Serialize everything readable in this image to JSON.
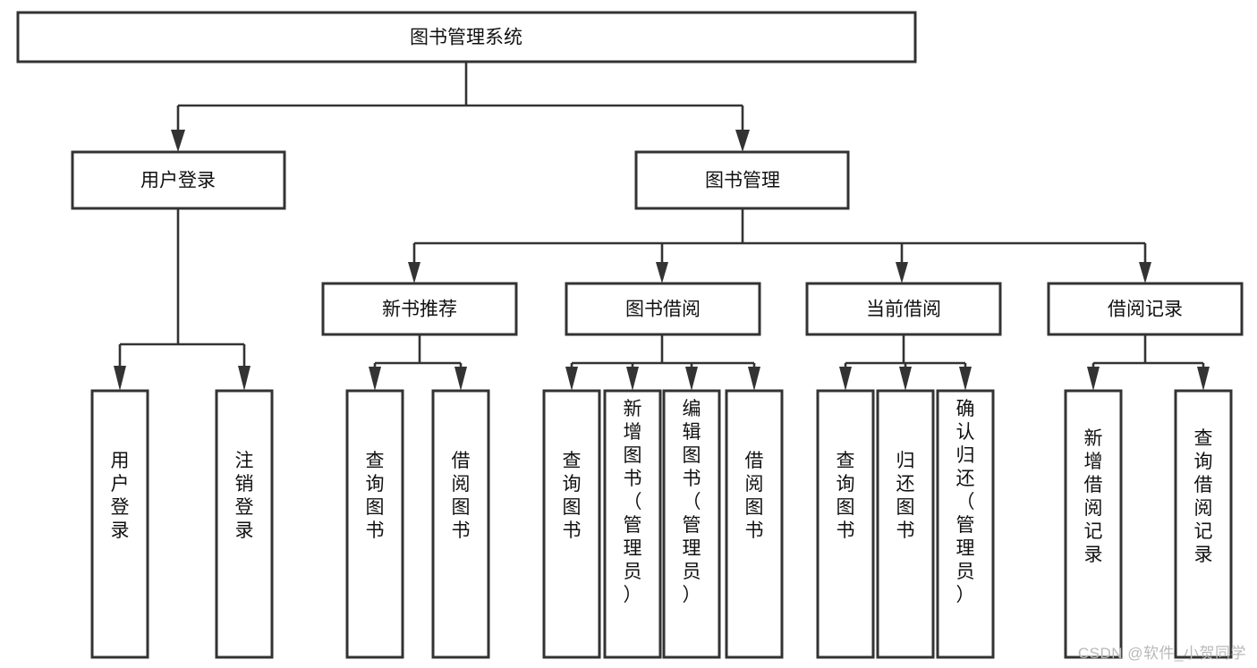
{
  "diagram": {
    "title": "图书管理系统",
    "type": "tree-hierarchy-chart",
    "orientation": "top-down",
    "style": {
      "box_fill": "#ffffff",
      "box_stroke": "#333333",
      "text_color": "#111111",
      "background": "#ffffff",
      "watermark_color": "#b9b9b9"
    },
    "root": {
      "id": "root",
      "label": "图书管理系统"
    },
    "level2": [
      {
        "id": "user-login",
        "label": "用户登录"
      },
      {
        "id": "book-manage",
        "label": "图书管理"
      }
    ],
    "level3": [
      {
        "id": "new-book-recommend",
        "label": "新书推荐",
        "parent": "book-manage"
      },
      {
        "id": "book-borrow",
        "label": "图书借阅",
        "parent": "book-manage"
      },
      {
        "id": "current-borrow",
        "label": "当前借阅",
        "parent": "book-manage"
      },
      {
        "id": "borrow-record",
        "label": "借阅记录",
        "parent": "book-manage"
      }
    ],
    "leaves": [
      {
        "id": "leaf-user-login",
        "label": "用户登录",
        "parent": "user-login"
      },
      {
        "id": "leaf-logout-login",
        "label": "注销登录",
        "parent": "user-login"
      },
      {
        "id": "leaf-query-book-1",
        "label": "查询图书",
        "parent": "new-book-recommend"
      },
      {
        "id": "leaf-borrow-book-1",
        "label": "借阅图书",
        "parent": "new-book-recommend"
      },
      {
        "id": "leaf-query-book-2",
        "label": "查询图书",
        "parent": "book-borrow"
      },
      {
        "id": "leaf-add-book",
        "label": "新增图书（管理员）",
        "parent": "book-borrow"
      },
      {
        "id": "leaf-edit-book",
        "label": "编辑图书（管理员）",
        "parent": "book-borrow"
      },
      {
        "id": "leaf-borrow-book-2",
        "label": "借阅图书",
        "parent": "book-borrow"
      },
      {
        "id": "leaf-query-book-3",
        "label": "查询图书",
        "parent": "current-borrow"
      },
      {
        "id": "leaf-return-book",
        "label": "归还图书",
        "parent": "current-borrow"
      },
      {
        "id": "leaf-confirm-return",
        "label": "确认归还（管理员）",
        "parent": "current-borrow"
      },
      {
        "id": "leaf-add-borrow-record",
        "label": "新增借阅记录",
        "parent": "borrow-record"
      },
      {
        "id": "leaf-query-borrow-record",
        "label": "查询借阅记录",
        "parent": "borrow-record"
      }
    ],
    "watermark": "CSDN @软件_小贺同学"
  }
}
